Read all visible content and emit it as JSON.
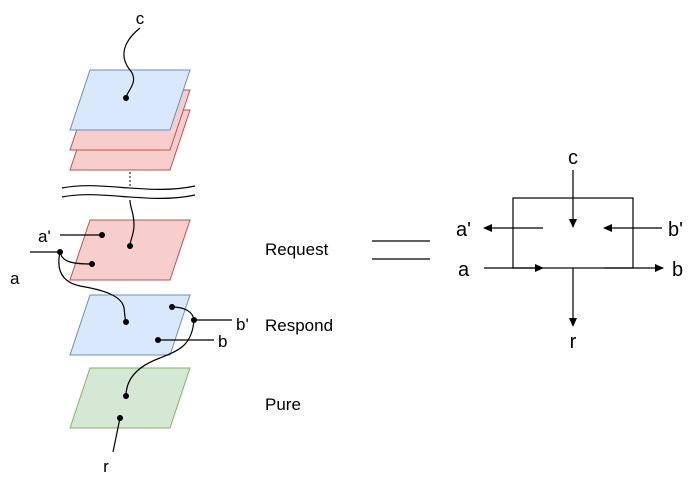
{
  "layers": {
    "request_label": "Request",
    "respond_label": "Respond",
    "pure_label": "Pure"
  },
  "left_ports": {
    "c": "c",
    "a_prime": "a'",
    "a": "a",
    "b_prime": "b'",
    "b": "b",
    "r": "r"
  },
  "equivalence_symbol": "=",
  "box_ports": {
    "c": "c",
    "a_prime": "a'",
    "b_prime": "b'",
    "a": "a",
    "b": "b",
    "r": "r"
  },
  "colors": {
    "blue_fill": "#dae8fc",
    "blue_stroke": "#6c8ebf",
    "red_fill": "#f8cecc",
    "red_stroke": "#b85450",
    "green_fill": "#d5e8d4",
    "green_stroke": "#82b366"
  }
}
